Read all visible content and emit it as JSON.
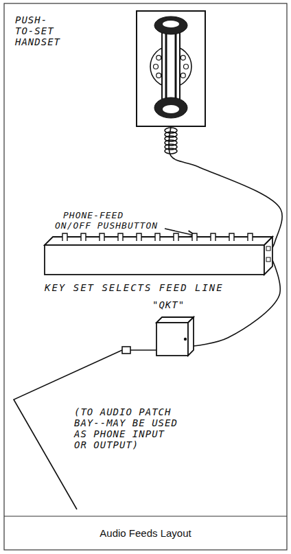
{
  "diagram": {
    "caption": "Audio Feeds Layout",
    "nodes": [
      {
        "text": [
          "PUSH- TO-SET HANDSET"
        ]
      },
      {
        "text": [
          "KEY SET SELECTS FEED LINE"
        ]
      },
      {
        "text": [
          "\"QKT\""
        ]
      }
    ],
    "edges": [
      {
        "from": 0,
        "to": 1,
        "arrow": "none"
      },
      {
        "from": 1,
        "to": 2,
        "arrow": "none"
      }
    ],
    "labels": [
      "PHONE-FEED ON/OFF PUSHBUTTON",
      "(TO AUDIO PATCH BAY--MAY BE USED AS PHONE INPUT OR OUTPUT)"
    ]
  }
}
